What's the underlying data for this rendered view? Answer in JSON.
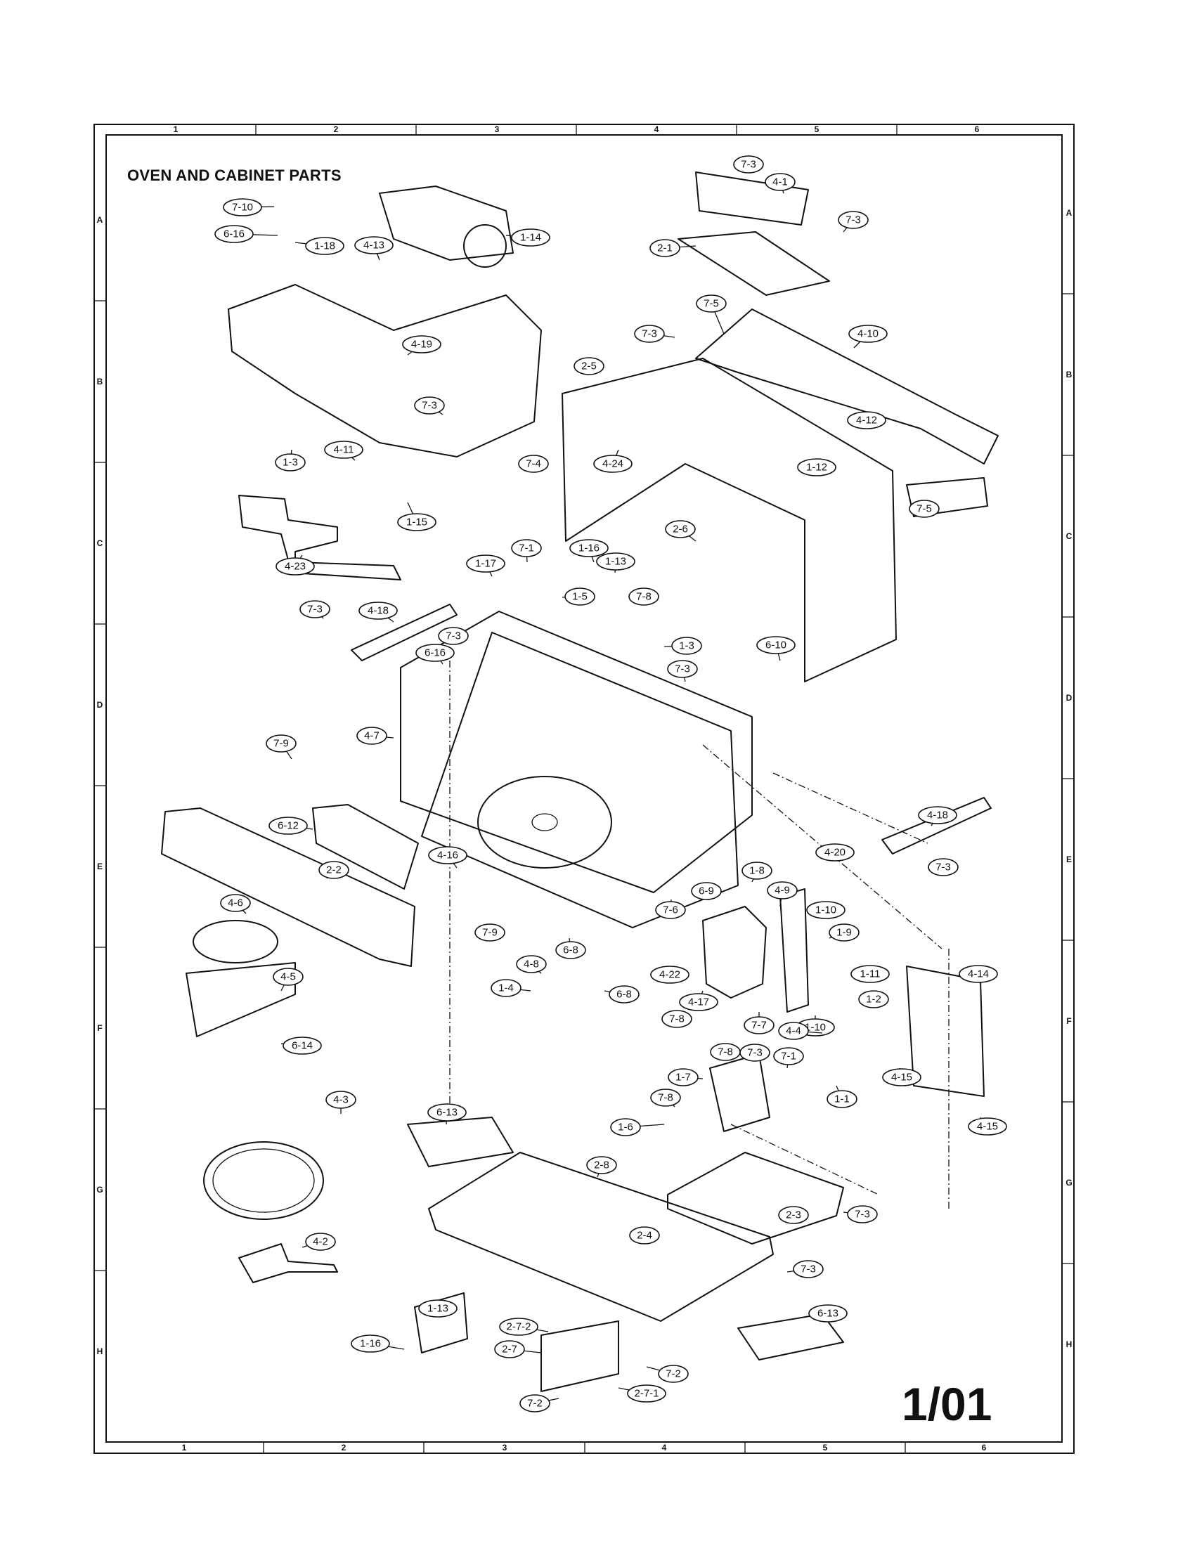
{
  "title": "OVEN AND CABINET PARTS",
  "page_number": "1/01",
  "grid": {
    "columns": [
      "1",
      "2",
      "3",
      "4",
      "5",
      "6"
    ],
    "rows": [
      "A",
      "B",
      "C",
      "D",
      "E",
      "F",
      "G",
      "H"
    ]
  },
  "callouts": [
    "7-10",
    "6-16",
    "1-18",
    "4-13",
    "1-14",
    "7-3",
    "4-1",
    "2-1",
    "7-3",
    "4-19",
    "7-5",
    "7-3",
    "4-10",
    "2-5",
    "7-3",
    "7-4",
    "1-3",
    "4-11",
    "1-15",
    "4-24",
    "4-12",
    "1-12",
    "7-5",
    "2-6",
    "4-23",
    "1-16",
    "1-13",
    "7-1",
    "1-17",
    "1-5",
    "7-8",
    "7-3",
    "4-18",
    "7-3",
    "6-16",
    "1-3",
    "7-3",
    "6-10",
    "7-9",
    "4-7",
    "4-18",
    "6-12",
    "2-2",
    "4-20",
    "7-3",
    "4-16",
    "6-9",
    "7-6",
    "1-8",
    "4-9",
    "1-10",
    "7-9",
    "6-8",
    "4-22",
    "1-9",
    "4-6",
    "4-8",
    "1-4",
    "6-8",
    "1-11",
    "4-14",
    "4-5",
    "4-17",
    "7-8",
    "7-7",
    "1-10",
    "1-2",
    "6-14",
    "4-4",
    "7-8",
    "7-3",
    "7-1",
    "4-15",
    "1-7",
    "1-1",
    "7-8",
    "4-15",
    "4-3",
    "1-6",
    "6-13",
    "2-8",
    "2-4",
    "2-3",
    "7-3",
    "4-2",
    "7-3",
    "1-13",
    "2-7-2",
    "6-13",
    "1-16",
    "2-7",
    "7-2",
    "2-7-1",
    "7-2"
  ]
}
